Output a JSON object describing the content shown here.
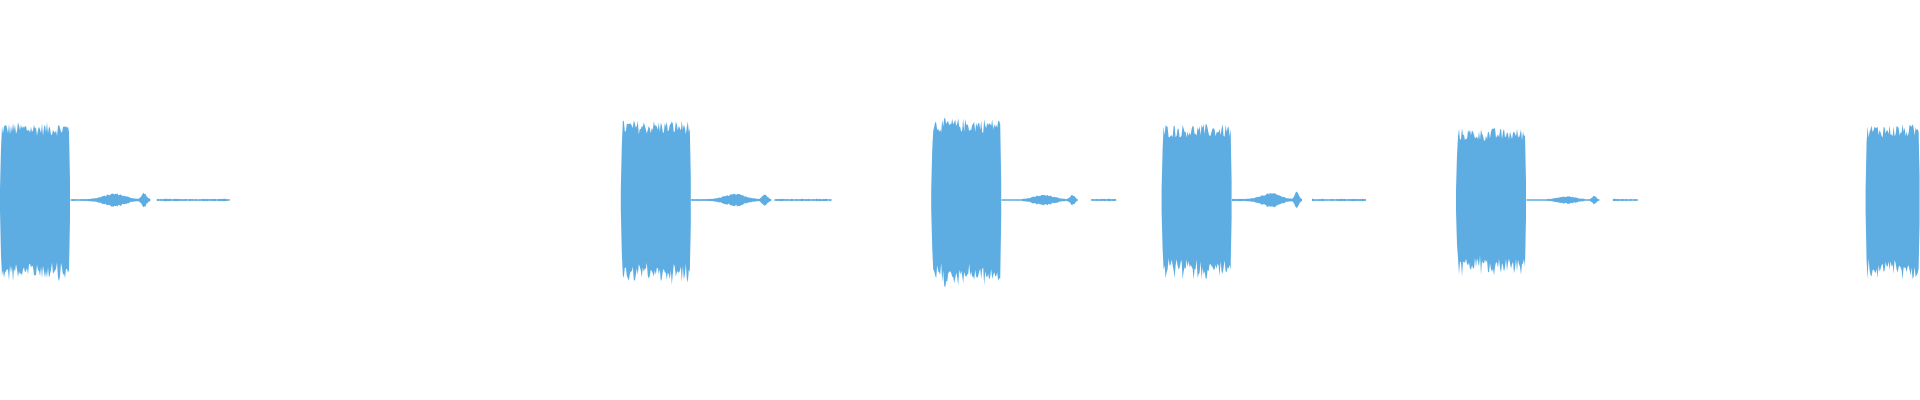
{
  "waveform": {
    "color": "#5dade2",
    "background": "#ffffff",
    "duration_s": 60,
    "segments": [
      {
        "kind": "burst",
        "start": 0.0,
        "end": 2.2,
        "amp": 0.78
      },
      {
        "kind": "tail",
        "start": 2.2,
        "end": 4.7,
        "amp": 0.07
      },
      {
        "kind": "blip",
        "start": 4.9,
        "end": 7.2,
        "amp": 0.012
      },
      {
        "kind": "burst",
        "start": 19.4,
        "end": 21.6,
        "amp": 0.8
      },
      {
        "kind": "tail",
        "start": 21.6,
        "end": 24.1,
        "amp": 0.065
      },
      {
        "kind": "blip",
        "start": 24.2,
        "end": 26.0,
        "amp": 0.012
      },
      {
        "kind": "burst",
        "start": 29.1,
        "end": 31.3,
        "amp": 0.82
      },
      {
        "kind": "tail",
        "start": 31.3,
        "end": 33.7,
        "amp": 0.055
      },
      {
        "kind": "blip",
        "start": 34.1,
        "end": 34.9,
        "amp": 0.012
      },
      {
        "kind": "burst",
        "start": 36.3,
        "end": 38.5,
        "amp": 0.76
      },
      {
        "kind": "tail",
        "start": 38.5,
        "end": 40.7,
        "amp": 0.075
      },
      {
        "kind": "blip",
        "start": 41.0,
        "end": 42.7,
        "amp": 0.012
      },
      {
        "kind": "burst",
        "start": 45.5,
        "end": 47.7,
        "amp": 0.72
      },
      {
        "kind": "tail",
        "start": 47.7,
        "end": 50.0,
        "amp": 0.04
      },
      {
        "kind": "blip",
        "start": 50.4,
        "end": 51.2,
        "amp": 0.012
      },
      {
        "kind": "burst",
        "start": 58.3,
        "end": 60.0,
        "amp": 0.76
      }
    ]
  }
}
